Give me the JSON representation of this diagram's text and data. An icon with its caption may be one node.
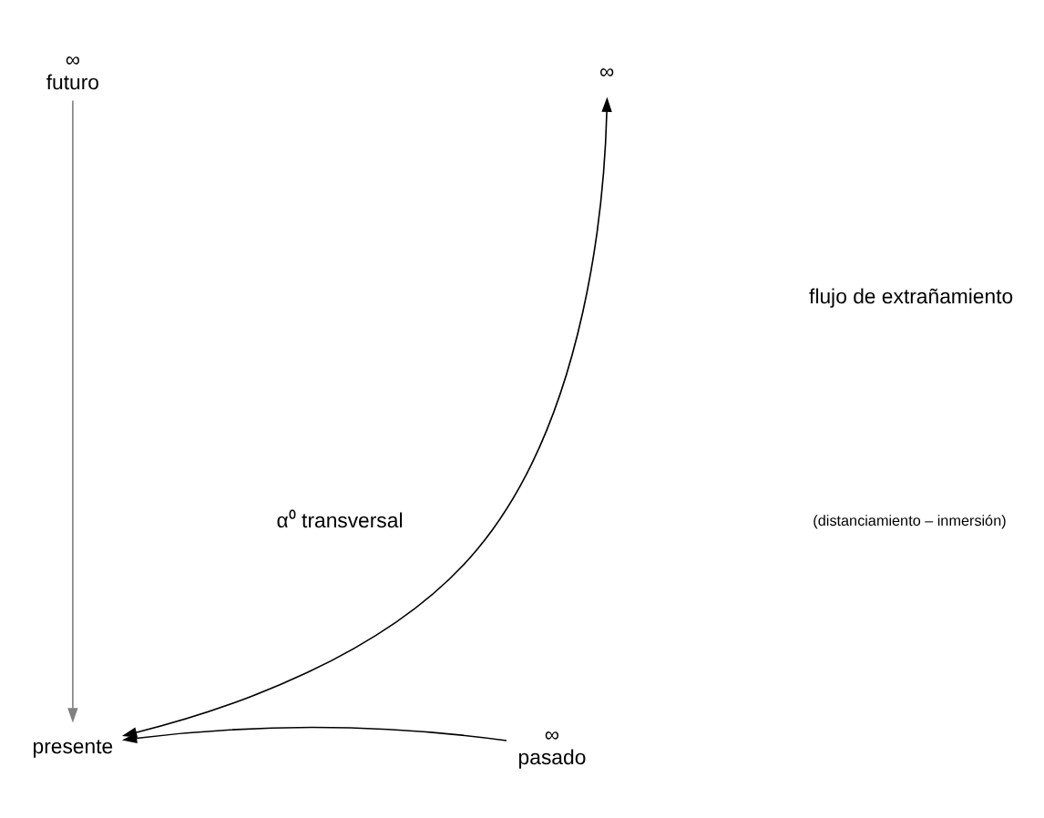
{
  "diagram": {
    "nodes": [
      {
        "text": [
          "∞",
          "futuro"
        ]
      },
      {
        "text": [
          "presente"
        ]
      },
      {
        "text": [
          "∞"
        ]
      },
      {
        "text": [
          "∞",
          "pasado"
        ]
      }
    ],
    "edges": [
      {
        "from": 0,
        "to": 1,
        "arrow": "to",
        "color": "#808080"
      },
      {
        "from": 1,
        "to": 2,
        "arrow": "both"
      },
      {
        "from": 3,
        "to": 1,
        "arrow": "to"
      }
    ],
    "labels": [
      "flujo de extrañamiento",
      "(distanciamiento – inmersión)",
      "α⁰ transversal"
    ]
  }
}
